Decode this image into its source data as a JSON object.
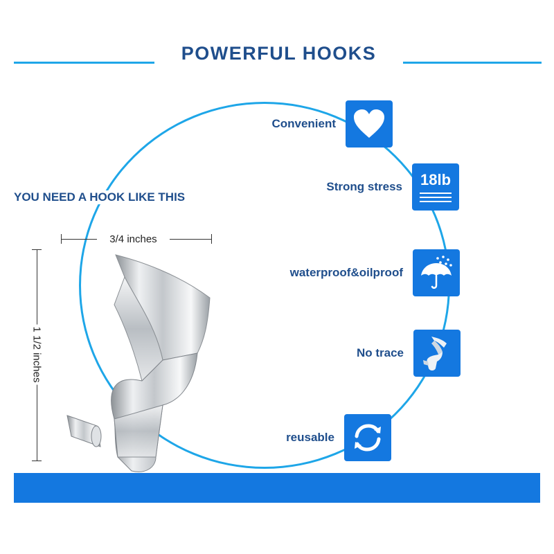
{
  "header": {
    "title": "POWERFUL HOOKS"
  },
  "intro": {
    "text": "YOU NEED A HOOK LIKE THIS"
  },
  "dimensions": {
    "width_label": "3/4 inches",
    "height_label": "1 1/2 inches"
  },
  "features": [
    {
      "label": "Convenient",
      "icon": "heart-icon"
    },
    {
      "label": "Strong stress",
      "icon": "weight-icon",
      "icon_text": "18lb"
    },
    {
      "label": "waterproof&oilproof",
      "icon": "umbrella-icon"
    },
    {
      "label": "No trace",
      "icon": "hook-icon"
    },
    {
      "label": "reusable",
      "icon": "recycle-icon"
    }
  ],
  "colors": {
    "accent_blue": "#1478e0",
    "light_blue": "#1ea6e8",
    "text_navy": "#1f4e8c"
  }
}
